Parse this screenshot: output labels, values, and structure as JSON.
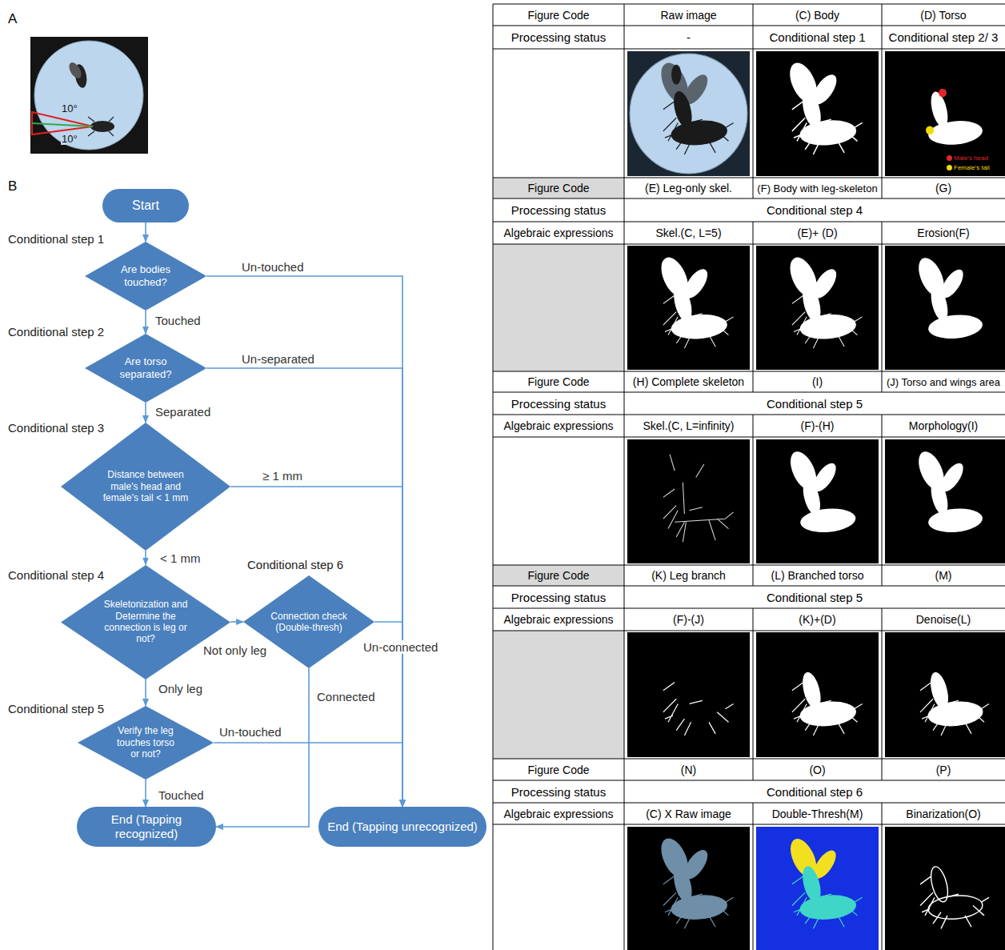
{
  "diagram": {
    "nodes": [
      {
        "text": [
          "Start"
        ]
      },
      {
        "text": [
          "Are bodies touched?"
        ]
      },
      {
        "text": [
          "Are torso separated?"
        ]
      },
      {
        "text": [
          "Distance between male's head and female's tail < 1 mm"
        ]
      },
      {
        "text": [
          "Skeletonization and Determine the connection is leg or not?"
        ]
      },
      {
        "text": [
          "Connection check (Double-thresh)"
        ]
      },
      {
        "text": [
          "Verify the leg touches torso or not?"
        ]
      },
      {
        "text": [
          "End (Tapping recognized)"
        ]
      },
      {
        "text": [
          "End (Tapping unrecognized)"
        ]
      }
    ],
    "edges": [
      {
        "from": 0,
        "to": 1,
        "arrow": "to"
      },
      {
        "from": 1,
        "to": 2,
        "arrow": "to",
        "label": "Touched"
      },
      {
        "from": 1,
        "to": 8,
        "arrow": "to",
        "label": "Un-touched"
      },
      {
        "from": 2,
        "to": 3,
        "arrow": "to",
        "label": "Separated"
      },
      {
        "from": 2,
        "to": 8,
        "arrow": "to",
        "label": "Un-separated"
      },
      {
        "from": 3,
        "to": 4,
        "arrow": "to",
        "label": "< 1 mm"
      },
      {
        "from": 3,
        "to": 8,
        "arrow": "to",
        "label": "≥ 1 mm"
      },
      {
        "from": 4,
        "to": 5,
        "arrow": "to",
        "label": "Not only leg"
      },
      {
        "from": 4,
        "to": 6,
        "arrow": "to",
        "label": "Only leg"
      },
      {
        "from": 5,
        "to": 8,
        "arrow": "to",
        "label": "Un-connected"
      },
      {
        "from": 5,
        "to": 7,
        "arrow": "to",
        "label": "Connected"
      },
      {
        "from": 6,
        "to": 8,
        "arrow": "to",
        "label": "Un-touched"
      },
      {
        "from": 6,
        "to": 7,
        "arrow": "to",
        "label": "Touched"
      }
    ],
    "labels": [
      "A",
      "10°",
      "10°",
      "B",
      "Conditional step 1",
      "Conditional step 2",
      "Conditional step 3",
      "Conditional step 4",
      "Conditional step 6",
      "Conditional step 5",
      "Figure Code",
      "Raw image",
      "(C) Body",
      "(D) Torso",
      "Processing status",
      "-",
      "Conditional step 1",
      "Conditional step 2/ 3",
      "Figure Code",
      "(E) Leg-only skel.",
      "(F) Body with leg-skeleton",
      "(G)",
      "Processing status",
      "Conditional step 4",
      "Algebraic expressions",
      "Skel.(C, L=5)",
      "(E)+ (D)",
      "Erosion(F)",
      "Figure Code",
      "(H) Complete skeleton",
      "(I)",
      "(J) Torso and wings area",
      "Processing status",
      "Conditional step 5",
      "Algebraic expressions",
      "Skel.(C, L=infinity)",
      "(F)-(H)",
      "Morphology(I)",
      "Figure Code",
      "(K) Leg branch",
      "(L) Branched torso",
      "(M)",
      "Processing status",
      "Conditional step 5",
      "Algebraic expressions",
      "(F)-(J)",
      "(K)+(D)",
      "Denoise(L)",
      "Figure Code",
      "(N)",
      "(O)",
      "(P)",
      "Processing status",
      "Conditional step 6",
      "Algebraic expressions",
      "(C) X Raw image",
      "Double-Thresh(M)",
      "Binarization(O)"
    ],
    "legend": [
      {
        "text": "Male's head",
        "color": "#e02828"
      },
      {
        "text": "Female's tail",
        "color": "#f0dc00"
      }
    ]
  }
}
